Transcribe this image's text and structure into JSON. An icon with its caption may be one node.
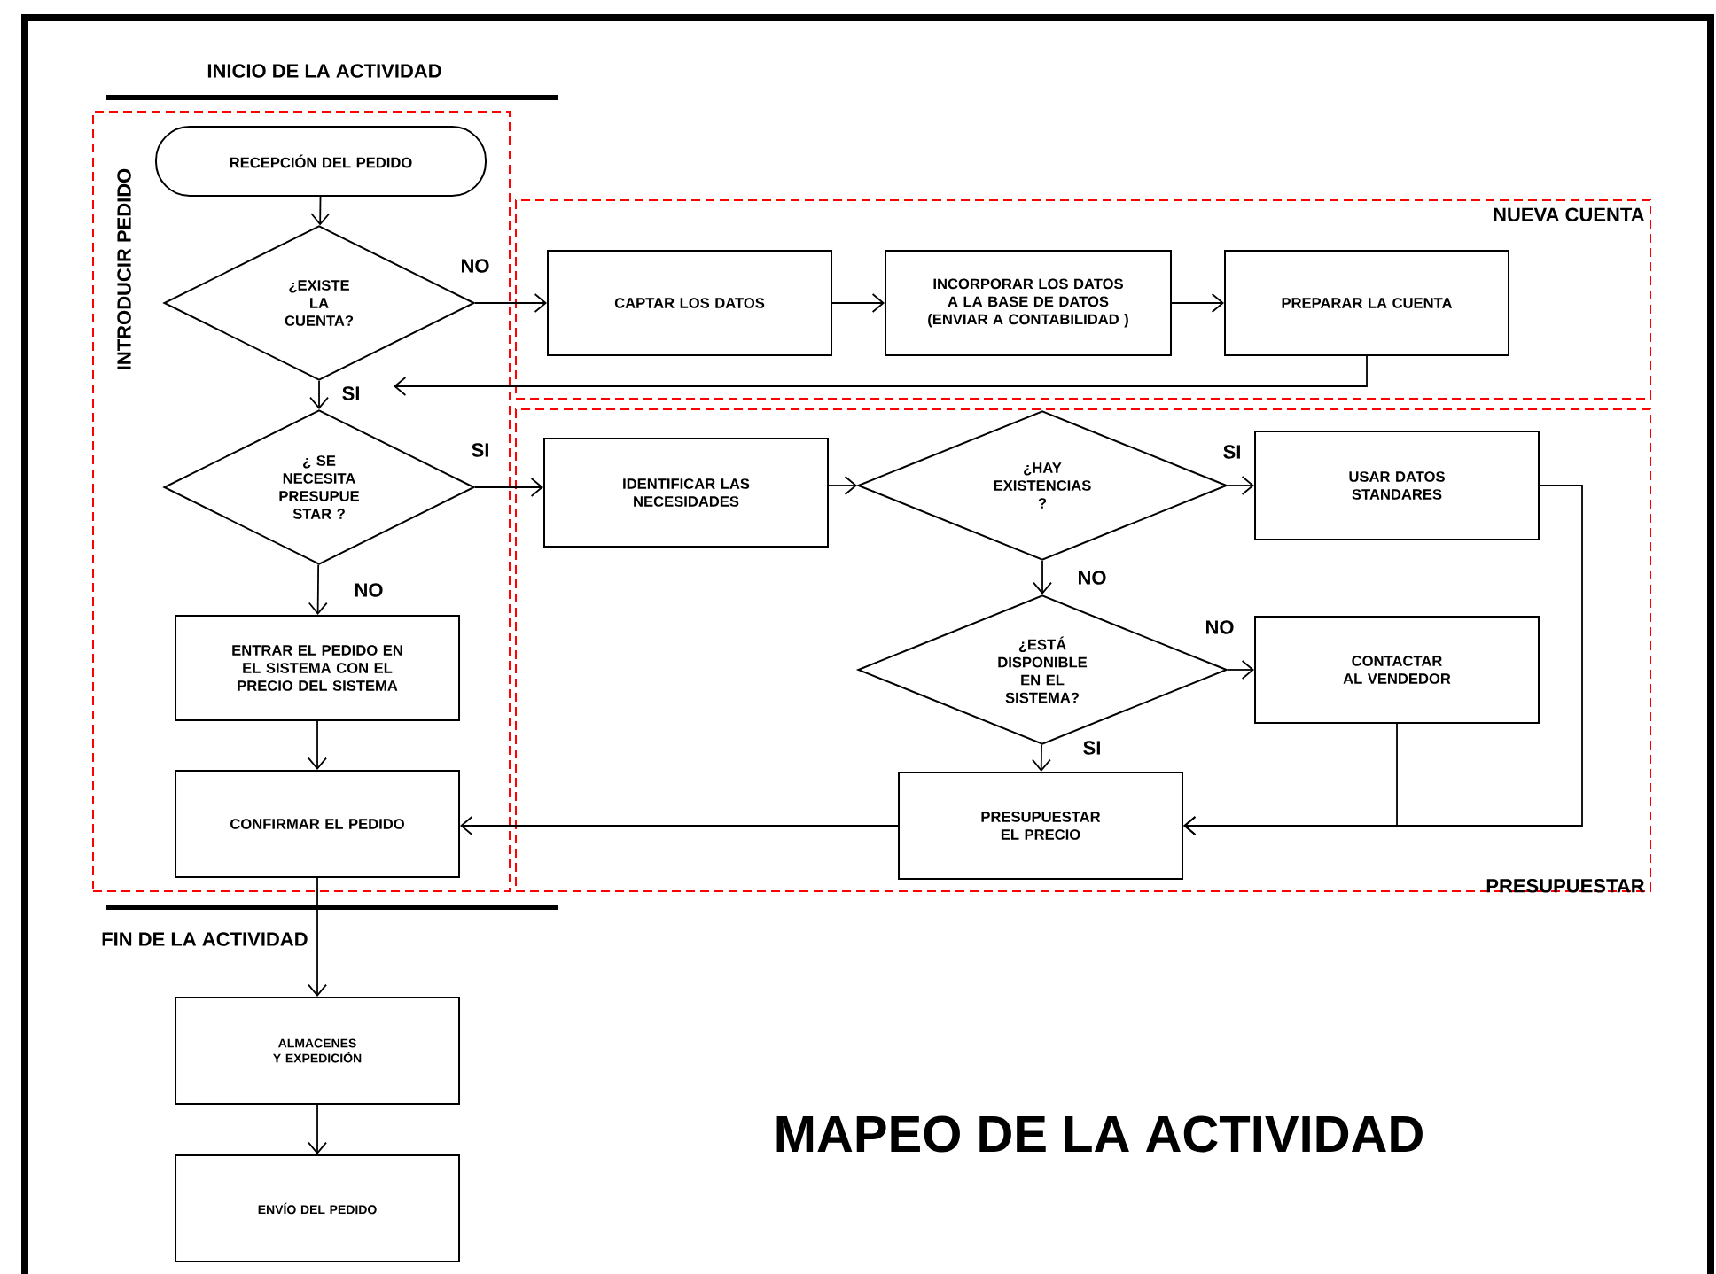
{
  "diagram": {
    "title": "MAPEO DE LA ACTIVIDAD",
    "nodes": [
      {
        "text": [
          "INTRODUCIR PEDIDO"
        ]
      },
      {
        "text": [
          "RECEPCIÓN DEL PEDIDO"
        ],
        "in": 0
      },
      {
        "text": [
          "¿EXISTE LA CUENTA?"
        ],
        "in": 0
      },
      {
        "text": [
          "¿ SE NECESITA PRESUPUE STAR ?"
        ],
        "in": 0
      },
      {
        "text": [
          "ENTRAR EL PEDIDO EN EL SISTEMA CON EL PRECIO DEL SISTEMA"
        ],
        "in": 0
      },
      {
        "text": [
          "CONFIRMAR EL PEDIDO"
        ],
        "in": 0
      },
      {
        "text": [
          "NUEVA CUENTA"
        ]
      },
      {
        "text": [
          "CAPTAR LOS DATOS"
        ],
        "in": 6
      },
      {
        "text": [
          "INCORPORAR LOS DATOS A LA BASE DE DATOS (ENVIAR A CONTABILIDAD )"
        ],
        "in": 6
      },
      {
        "text": [
          "PREPARAR LA CUENTA"
        ],
        "in": 6
      },
      {
        "text": [
          "PRESUPUESTAR"
        ]
      },
      {
        "text": [
          "IDENTIFICAR LAS NECESIDADES"
        ],
        "in": 10
      },
      {
        "text": [
          "¿HAY EXISTENCIAS ?"
        ],
        "in": 10
      },
      {
        "text": [
          "USAR DATOS STANDARES"
        ],
        "in": 10
      },
      {
        "text": [
          "¿ESTÁ DISPONIBLE EN EL SISTEMA?"
        ],
        "in": 10
      },
      {
        "text": [
          "CONTACTAR AL VENDEDOR"
        ],
        "in": 10
      },
      {
        "text": [
          "PRESUPUESTAR EL PRECIO"
        ],
        "in": 10
      },
      {
        "text": [
          "ALMACENES Y EXPEDICIÓN"
        ]
      },
      {
        "text": [
          "ENVÍO DEL PEDIDO"
        ]
      }
    ],
    "edges": [
      {
        "from": 1,
        "to": 2,
        "arrow": "to"
      },
      {
        "from": 2,
        "to": 7,
        "arrow": "to",
        "label": "NO"
      },
      {
        "from": 9,
        "to": null,
        "arrow": "to"
      },
      {
        "from": 2,
        "to": 3,
        "arrow": "to",
        "label": "SI"
      },
      {
        "from": 3,
        "to": 11,
        "arrow": "to",
        "label": "SI"
      },
      {
        "from": 3,
        "to": 4,
        "arrow": "to",
        "label": "NO"
      },
      {
        "from": 4,
        "to": 5,
        "arrow": "to"
      },
      {
        "from": 5,
        "to": 17,
        "arrow": "to"
      },
      {
        "from": 17,
        "to": 18,
        "arrow": "to"
      },
      {
        "from": 7,
        "to": 8,
        "arrow": "to"
      },
      {
        "from": 8,
        "to": 9,
        "arrow": "to"
      },
      {
        "from": 11,
        "to": 12,
        "arrow": "to"
      },
      {
        "from": 12,
        "to": 13,
        "arrow": "to",
        "label": "SI"
      },
      {
        "from": 12,
        "to": 14,
        "arrow": "to",
        "label": "NO"
      },
      {
        "from": 14,
        "to": 15,
        "arrow": "to",
        "label": "NO"
      },
      {
        "from": 14,
        "to": 16,
        "arrow": "to",
        "label": "SI"
      },
      {
        "from": 13,
        "to": 16,
        "arrow": "to"
      },
      {
        "from": 15,
        "to": 16,
        "arrow": "to"
      },
      {
        "from": 16,
        "to": 5,
        "arrow": "to"
      }
    ],
    "labels": [
      "INICIO DE LA ACTIVIDAD",
      "FIN DE LA ACTIVIDAD"
    ]
  }
}
